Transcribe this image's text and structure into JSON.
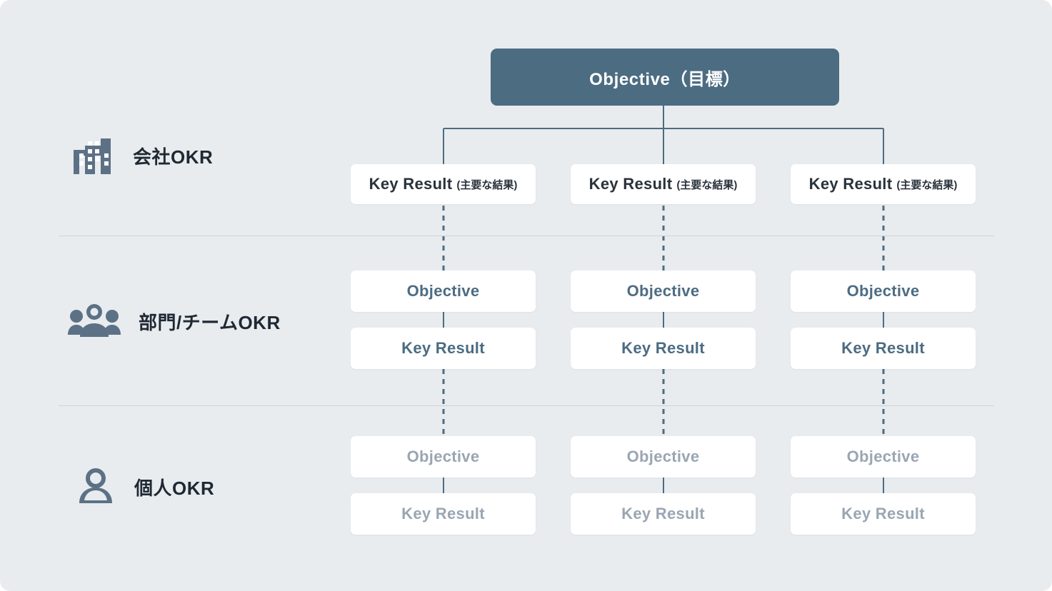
{
  "theme": {
    "background": "#e8ecef",
    "accent": "#4c6c82",
    "card": "#ffffff",
    "divider": "#ccd3d8",
    "text_strong": "#1f2933",
    "text_muted": "#9aa6b2"
  },
  "diagram": {
    "type": "hierarchy",
    "title": "OKR cascade",
    "root": {
      "main": "Objective",
      "sub": "（目標）",
      "label": "Objective（目標）"
    },
    "tiers": [
      {
        "id": "company",
        "label": "会社OKR",
        "icon": "office-building-icon",
        "nodes": [
          {
            "main": "Key Result",
            "sub": "(主要な結果)"
          },
          {
            "main": "Key Result",
            "sub": "(主要な結果)"
          },
          {
            "main": "Key Result",
            "sub": "(主要な結果)"
          }
        ]
      },
      {
        "id": "department",
        "label": "部門/チームOKR",
        "icon": "people-group-icon",
        "nodes": [
          {
            "objective": "Objective",
            "key_result": "Key Result"
          },
          {
            "objective": "Objective",
            "key_result": "Key Result"
          },
          {
            "objective": "Objective",
            "key_result": "Key Result"
          }
        ]
      },
      {
        "id": "individual",
        "label": "個人OKR",
        "icon": "single-person-icon",
        "nodes": [
          {
            "objective": "Objective",
            "key_result": "Key Result"
          },
          {
            "objective": "Objective",
            "key_result": "Key Result"
          },
          {
            "objective": "Objective",
            "key_result": "Key Result"
          }
        ]
      }
    ]
  }
}
